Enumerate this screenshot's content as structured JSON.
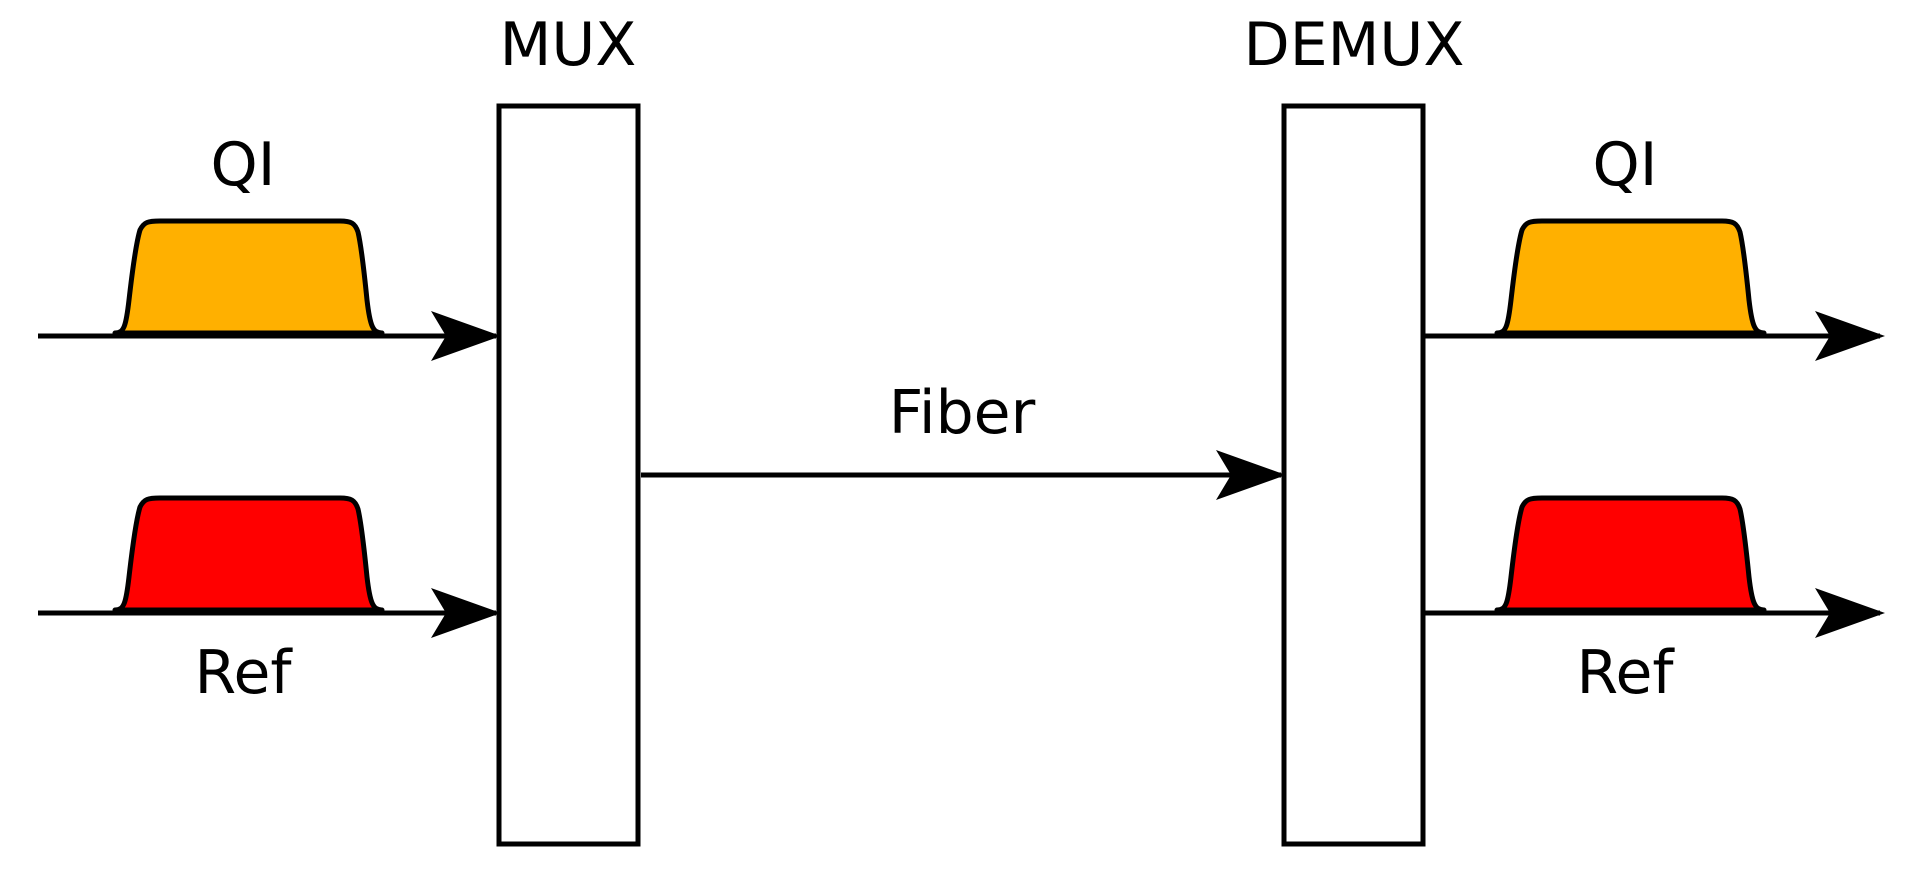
{
  "labels": {
    "mux": "MUX",
    "demux": "DEMUX",
    "fiber": "Fiber",
    "qi_in": "QI",
    "ref_in": "Ref",
    "qi_out": "QI",
    "ref_out": "Ref"
  },
  "colors": {
    "qi_pulse": "#FFB000",
    "ref_pulse": "#FF0000",
    "stroke": "#000000",
    "background": "#FFFFFF"
  }
}
